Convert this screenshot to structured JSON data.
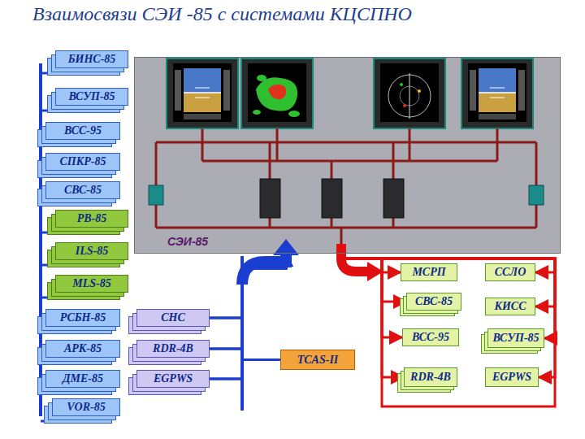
{
  "diagram": {
    "title": "Взаимосвязи СЭИ -85 с системами КЦСПНО",
    "nodes": [
      {
        "text": [
          "БИНС-85"
        ]
      },
      {
        "text": [
          "ВСУП-85"
        ]
      },
      {
        "text": [
          "ВСС-95"
        ]
      },
      {
        "text": [
          "СПКР-85"
        ]
      },
      {
        "text": [
          "СВС-85"
        ]
      },
      {
        "text": [
          "РВ-85"
        ]
      },
      {
        "text": [
          "ILS-85"
        ]
      },
      {
        "text": [
          "MLS-85"
        ]
      },
      {
        "text": [
          "РСБН-85"
        ]
      },
      {
        "text": [
          "АРК-85"
        ]
      },
      {
        "text": [
          "ДМЕ-85"
        ]
      },
      {
        "text": [
          "VOR-85"
        ]
      },
      {
        "text": [
          "СЭИ-85"
        ]
      },
      {
        "text": [
          "СНС"
        ]
      },
      {
        "text": [
          "RDR-4B"
        ]
      },
      {
        "text": [
          "EGPWS"
        ]
      },
      {
        "text": [
          "TCAS-II"
        ]
      },
      {
        "text": [
          "МСРП"
        ]
      },
      {
        "text": [
          "ССЛО"
        ]
      },
      {
        "text": [
          "СВС-85"
        ]
      },
      {
        "text": [
          "КИСС"
        ]
      },
      {
        "text": [
          "ВСС-95"
        ]
      },
      {
        "text": [
          "ВСУП-85"
        ]
      },
      {
        "text": [
          "RDR-4B"
        ]
      },
      {
        "text": [
          "EGPWS"
        ]
      }
    ],
    "edges": [
      {
        "from": 13,
        "to": 12,
        "arrow": "to"
      },
      {
        "from": 14,
        "to": 12,
        "arrow": "to"
      },
      {
        "from": 15,
        "to": 12,
        "arrow": "to"
      },
      {
        "from": 16,
        "to": 12,
        "arrow": "to"
      },
      {
        "from": 12,
        "to": 17,
        "arrow": "to"
      },
      {
        "from": 12,
        "to": 18,
        "arrow": "to"
      },
      {
        "from": 12,
        "to": 19,
        "arrow": "to"
      },
      {
        "from": 12,
        "to": 20,
        "arrow": "to"
      },
      {
        "from": 12,
        "to": 21,
        "arrow": "to"
      },
      {
        "from": 12,
        "to": 22,
        "arrow": "to"
      },
      {
        "from": 12,
        "to": 23,
        "arrow": "to"
      },
      {
        "from": 12,
        "to": 24,
        "arrow": "to"
      }
    ]
  }
}
